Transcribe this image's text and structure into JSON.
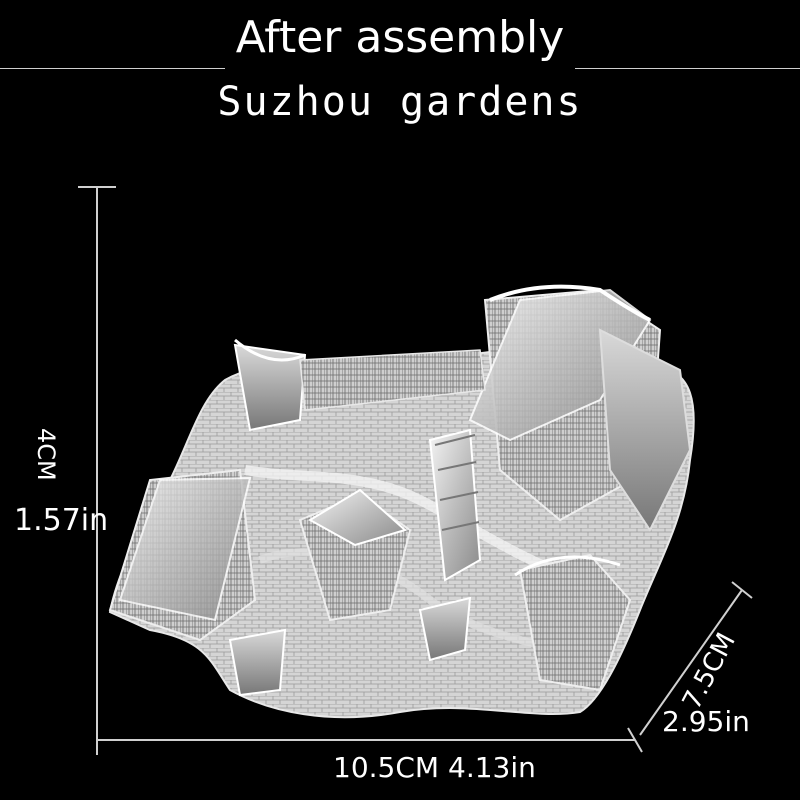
{
  "header": {
    "title": "After assembly",
    "subtitle": "Suzhou gardens"
  },
  "dimensions": {
    "height_cm": "4CM",
    "height_in": "1.57in",
    "width_cm": "10.5CM",
    "width_in": "4.13in",
    "depth_cm": "7.5CM",
    "depth_in": "2.95in"
  },
  "colors": {
    "background": "#000000",
    "text": "#ffffff",
    "metal_light": "#e6e6e6",
    "metal_dark": "#6e6e6e"
  }
}
